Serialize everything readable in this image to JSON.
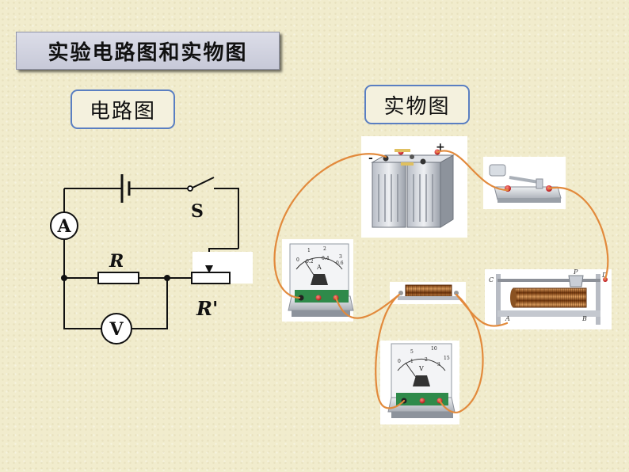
{
  "title": "实验电路图和实物图",
  "circuit_label": "电路图",
  "physical_label": "实物图",
  "circuit": {
    "ammeter": "A",
    "voltmeter": "V",
    "switch": "S",
    "resistor": "R",
    "rheostat": "R'"
  },
  "ammeter_scale": [
    "0",
    "1",
    "2",
    "3",
    "0.2",
    "0.4",
    "0.6"
  ],
  "ammeter_unit": "A",
  "voltmeter_scale": [
    "0",
    "5",
    "10",
    "15",
    "1",
    "2",
    "3"
  ],
  "voltmeter_unit": "V",
  "battery_signs": [
    "-",
    "+"
  ],
  "rheostat_letters": [
    "C",
    "D",
    "P",
    "A",
    "B"
  ],
  "colors": {
    "wire": "#e28a3c",
    "label_border": "#5a7fc2",
    "title_bg": "#cfd1df"
  }
}
